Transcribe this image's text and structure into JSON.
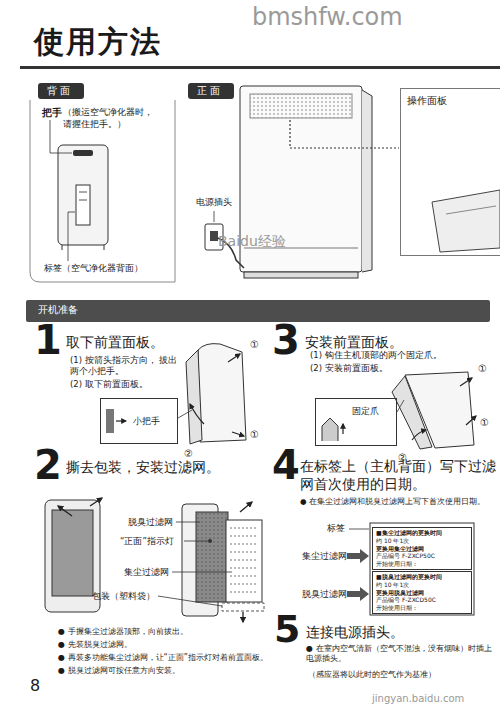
{
  "diagram": {
    "title": "使用方法",
    "nodes": [
      {
        "text": [
          "背 面"
        ]
      },
      {
        "text": [
          "正 面"
        ]
      },
      {
        "text": [
          "操作面板"
        ]
      },
      {
        "text": [
          "开机准备"
        ]
      },
      {
        "text": [
          "小把手"
        ]
      },
      {
        "text": [
          "固定爪"
        ]
      },
      {
        "text": [
          "■集尘过滤网的更换时间",
          "约 10 年1次",
          "更换用集尘过滤网",
          "产品编号 F-ZXCP50C",
          "开始使用日期："
        ]
      },
      {
        "text": [
          "■脱臭过滤网的更换时间",
          "约 10 年1次",
          "更换用脱臭过滤网",
          "产品编号 F-ZXCD50C",
          "开始使用日期："
        ]
      }
    ],
    "labels": [
      "bmshfw.com",
      "把手",
      "（搬运空气净化器时， 请握住把手。）",
      "标签（空气净化器背面）",
      "电源插头",
      "取下前置面板。",
      "(1) 按箭头指示方向， 拔出两个小把手。",
      "(2) 取下前置面板。",
      "①",
      "②",
      "①",
      "撕去包装，安装过滤网。",
      "脱臭过滤网",
      "“正面”指示灯",
      "集尘过滤网",
      "包装（塑料袋）",
      "● 手握集尘过滤器顶部，向前拔出。",
      "● 先装脱臭过滤网。",
      "● 再装多功能集尘过滤网，让“正面”指示灯对着前置面板。",
      "● 脱臭过滤网可按任意方向安装。",
      "安装前置面板。",
      "(1) 钩住主机顶部的两个固定爪。",
      "(2) 安装前置面板。",
      "①",
      "①",
      "②",
      "在标签上（主机背面）写下过滤 网首次使用的日期。",
      "● 在集尘过滤网和脱臭过滤网上写下首次使用日期。",
      "标签",
      "集尘过滤网",
      "脱臭过滤网",
      "连接电源插头。",
      "● 在室内空气清新（空气不混浊，没有烟味）时插上电源插头。",
      "（感应器将以此时的空气作为基准）",
      "8",
      "jingyan.baidu.com",
      "Baidu经验",
      "1",
      "2",
      "3",
      "4",
      "5"
    ]
  }
}
